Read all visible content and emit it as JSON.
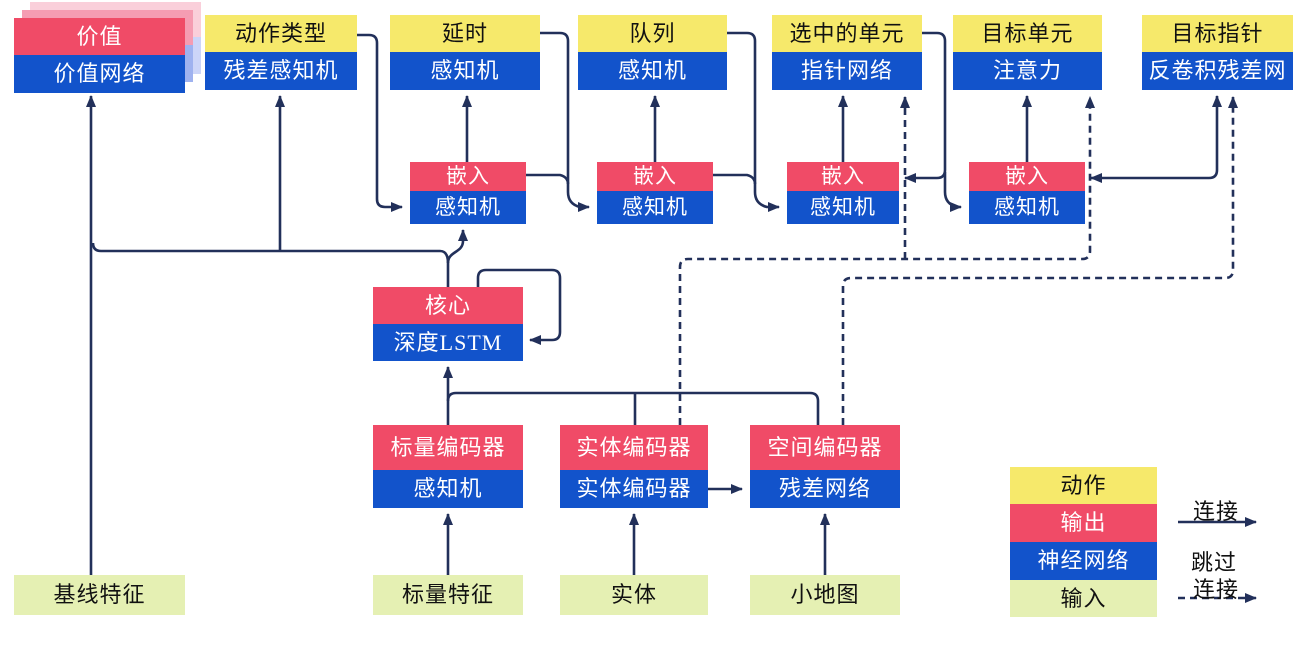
{
  "nodes": {
    "value": {
      "top": "价值",
      "bottom": "价值网络"
    },
    "action_type": {
      "top": "动作类型",
      "bottom": "残差感知机"
    },
    "delay": {
      "top": "延时",
      "bottom": "感知机"
    },
    "queue": {
      "top": "队列",
      "bottom": "感知机"
    },
    "selected_units": {
      "top": "选中的单元",
      "bottom": "指针网络"
    },
    "target_unit": {
      "top": "目标单元",
      "bottom": "注意力"
    },
    "target_pointer": {
      "top": "目标指针",
      "bottom": "反卷积残差网"
    },
    "embed": {
      "top": "嵌入",
      "bottom": "感知机"
    },
    "core": {
      "top": "核心",
      "bottom": "深度LSTM"
    },
    "scalar_encoder": {
      "top": "标量编码器",
      "bottom": "感知机"
    },
    "entity_encoder": {
      "top": "实体编码器",
      "bottom": "实体编码器"
    },
    "spatial_encoder": {
      "top": "空间编码器",
      "bottom": "残差网络"
    }
  },
  "inputs": {
    "baseline": "基线特征",
    "scalar": "标量特征",
    "entity": "实体",
    "minimap": "小地图"
  },
  "legend": {
    "action": "动作",
    "output": "输出",
    "network": "神经网络",
    "input": "输入",
    "connection": "连接",
    "skip_line1": "跳过",
    "skip_line2": "连接"
  },
  "colors": {
    "action_yellow": "#F6E96B",
    "output_red": "#F04B67",
    "network_blue": "#1253CB",
    "input_green": "#E5F0B3",
    "wire_navy": "#22305A"
  }
}
